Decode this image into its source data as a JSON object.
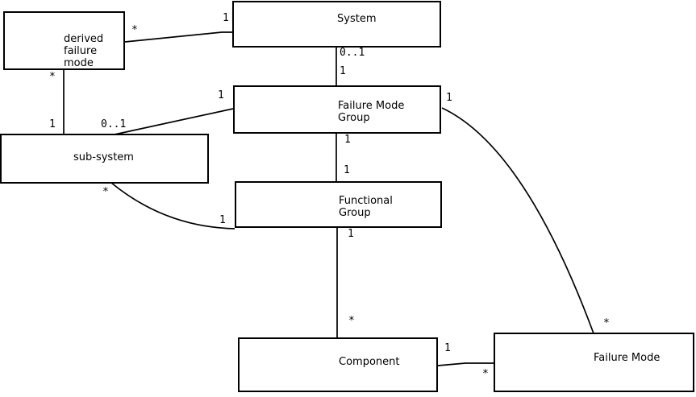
{
  "diagram": {
    "type": "entity-relationship-class-diagram",
    "colors": {
      "background": "#ffffff",
      "stroke": "#000000",
      "text": "#000000"
    },
    "nodes": [
      {
        "id": "derived-failure-mode",
        "label": "derived\nfailure\nmode"
      },
      {
        "id": "system",
        "label": "System"
      },
      {
        "id": "failure-mode-group",
        "label": "Failure Mode\nGroup"
      },
      {
        "id": "sub-system",
        "label": "sub-system"
      },
      {
        "id": "functional-group",
        "label": "Functional\nGroup"
      },
      {
        "id": "component",
        "label": "Component"
      },
      {
        "id": "failure-mode",
        "label": "Failure Mode"
      }
    ],
    "edges": [
      {
        "source": "derived failure mode",
        "target": "System",
        "source_card": "*",
        "target_card": "1"
      },
      {
        "source": "System",
        "target": "Failure Mode Group",
        "source_card": "0..1",
        "target_card": "1"
      },
      {
        "source": "derived failure mode",
        "target": "sub-system",
        "source_card": "*",
        "target_card": "1"
      },
      {
        "source": "Failure Mode Group",
        "target": "sub-system",
        "source_card": "1",
        "target_card": "0..1"
      },
      {
        "source": "Failure Mode Group",
        "target": "Functional Group",
        "source_card": "1",
        "target_card": "1"
      },
      {
        "source": "sub-system",
        "target": "Functional Group",
        "source_card": "*",
        "target_card": "1"
      },
      {
        "source": "Functional Group",
        "target": "Component",
        "source_card": "1",
        "target_card": "*"
      },
      {
        "source": "Component",
        "target": "Failure Mode",
        "source_card": "1",
        "target_card": "*"
      },
      {
        "source": "Failure Mode Group",
        "target": "Failure Mode",
        "source_card": "1",
        "target_card": "*"
      }
    ]
  }
}
